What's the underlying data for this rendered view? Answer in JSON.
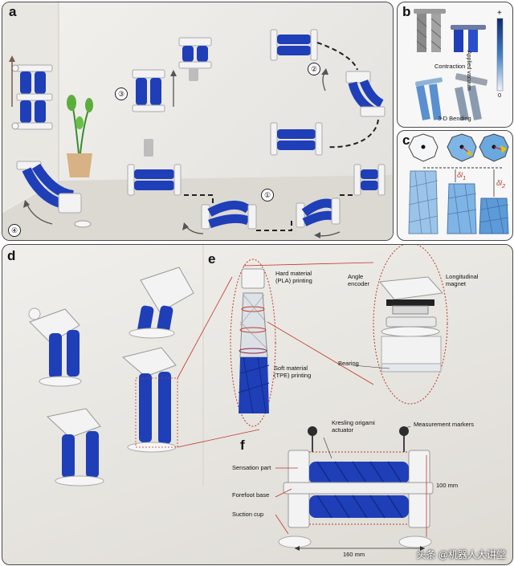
{
  "panels": {
    "a": {
      "letter": "a",
      "steps": [
        "①",
        "②",
        "③",
        "④"
      ]
    },
    "b": {
      "letter": "b",
      "colorbar_top": "+",
      "colorbar_label": "Applied vacuum",
      "colorbar_bottom": "0",
      "label_contraction": "Contraction",
      "label_bending": "3-D Bending"
    },
    "c": {
      "letter": "c",
      "delta_l1": "δl",
      "delta_l1_sub": "1",
      "delta_l2": "δl",
      "delta_l2_sub": "2"
    },
    "d": {
      "letter": "d"
    },
    "e": {
      "letter": "e",
      "hard_material": "Hard material\n(PLA) printing",
      "soft_material": "Soft material\n(TPE) printing",
      "angle_encoder": "Angle\nencoder",
      "longitudinal_magnet": "Longitudinal\nmagnet",
      "bearing": "Bearing"
    },
    "f": {
      "letter": "f",
      "kresling": "Kresling origami\nactuator",
      "markers": "Measurement markers",
      "sensation": "Sensation part",
      "forefoot": "Forefoot base",
      "suction": "Suction cup",
      "dim_height": "100 mm",
      "dim_width": "160 mm"
    }
  },
  "watermark": "头条 @机器人大讲堂",
  "colors": {
    "actuator_blue": "#1f3fb8",
    "actuator_dark": "#122a86",
    "light_blue": "#9cc4e8",
    "dashed_red": "#c0392b",
    "panel_bg": "#eceae6"
  }
}
